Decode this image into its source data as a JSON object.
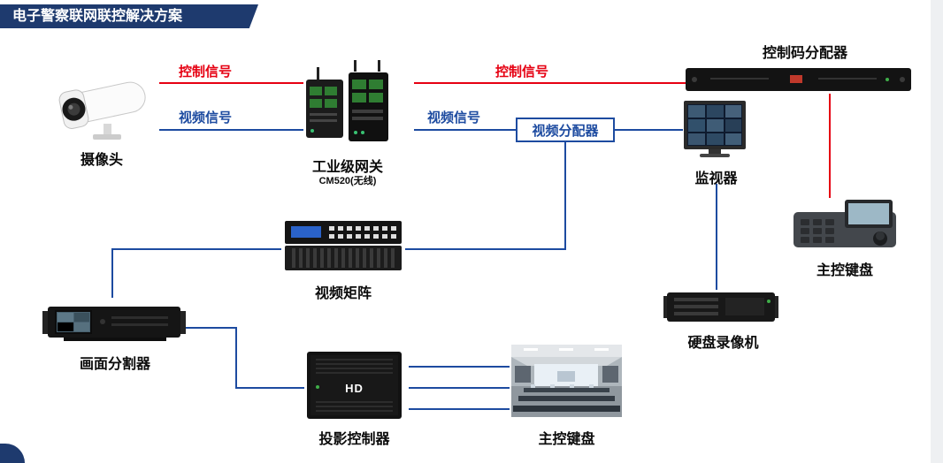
{
  "banner": {
    "title": "电子警察联网联控解决方案"
  },
  "signals": {
    "control_left": "控制信号",
    "video_left": "视频信号",
    "control_right": "控制信号",
    "video_right": "视频信号"
  },
  "devices": {
    "camera": {
      "label": "摄像头"
    },
    "gateway": {
      "label": "工业级网关",
      "model": "CM520(无线)"
    },
    "code_distributor": {
      "label": "控制码分配器"
    },
    "video_distributor": {
      "label": "视频分配器"
    },
    "monitor": {
      "label": "监视器"
    },
    "keyboard": {
      "label": "主控键盘"
    },
    "dvr": {
      "label": "硬盘录像机"
    },
    "matrix": {
      "label": "视频矩阵"
    },
    "splitter": {
      "label": "画面分割器"
    },
    "projector": {
      "label": "投影控制器",
      "badge": "HD"
    },
    "control_room": {
      "label": "主控键盘"
    }
  },
  "colors": {
    "red": "#e60012",
    "blue": "#1d4ba0",
    "banner": "#1e3a6e"
  }
}
